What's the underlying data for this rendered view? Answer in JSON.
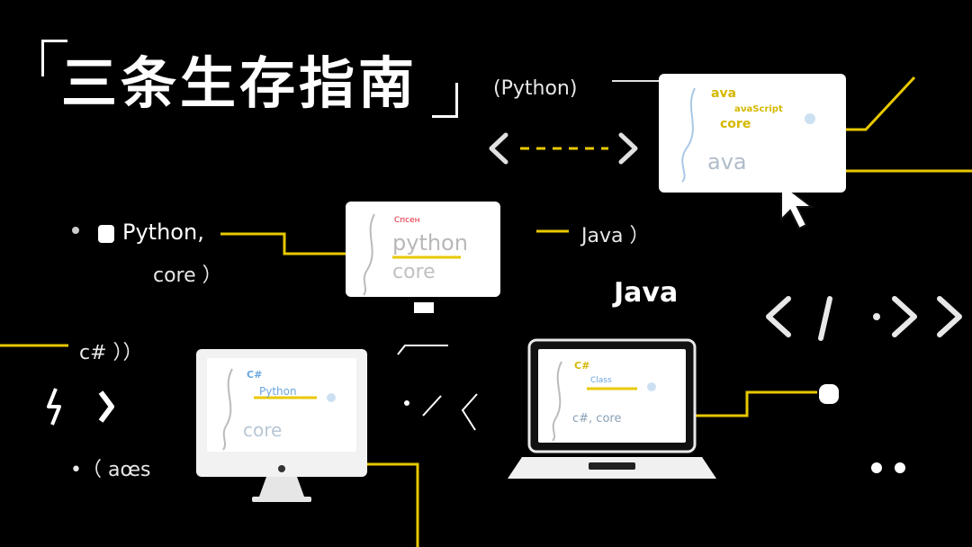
{
  "title": "三条生存指南",
  "labels": {
    "python_paren": "(Python)",
    "python_comma": "Python,",
    "core_paren": "core ）",
    "java_paren": "Java ）",
    "java": "Java",
    "csharp_paren": "c# ））",
    "aws": "•（ aœs"
  },
  "screen_top_right": {
    "line1": "ava",
    "line2": "aνaScript",
    "line3": "core",
    "line4": "ava"
  },
  "screen_monitor": {
    "line1": "Спсен",
    "line2": "python",
    "line3": "core"
  },
  "screen_imac": {
    "line1": "C#",
    "line2": "Python",
    "line3": "core"
  },
  "screen_laptop": {
    "line1": "C#",
    "line2": "Class",
    "line3": "c#, core"
  },
  "colors": {
    "accent": "#e8c800",
    "background": "#000000",
    "line": "#ffffff"
  }
}
